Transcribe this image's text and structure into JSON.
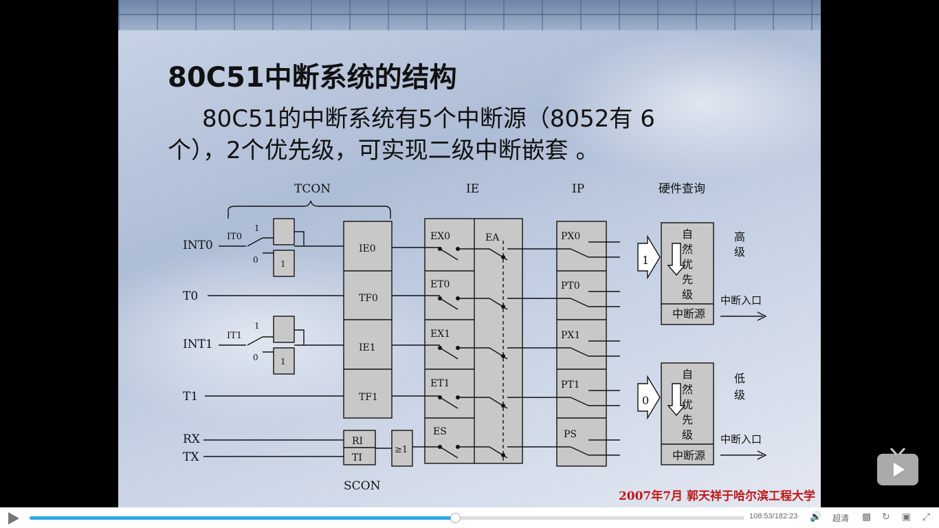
{
  "slide": {
    "title": "80C51中断系统的结构",
    "body_text": "80C51的中断系统有5个中断源（8052有 6 个），2个优先级，可实现二级中断嵌套 。",
    "credit": "2007年7月  郭天祥于哈尔滨工程大学"
  },
  "diagram": {
    "headers": {
      "tcon": "TCON",
      "ie": "IE",
      "ip": "IP",
      "hw": "硬件查询",
      "scon": "SCON"
    },
    "inputs": {
      "int0": "INT0",
      "t0": "T0",
      "int1": "INT1",
      "t1": "T1",
      "rx": "RX",
      "tx": "TX"
    },
    "it_labels": {
      "it0": "IT0",
      "it1": "IT1"
    },
    "tcon_flags": [
      "IE0",
      "TF0",
      "IE1",
      "TF1"
    ],
    "scon_flags": [
      "RI",
      "TI"
    ],
    "or_gate": "≥1",
    "ie_bits": [
      "EX0",
      "ET0",
      "EX1",
      "ET1",
      "ES"
    ],
    "ea": "EA",
    "ip_bits": [
      "PX0",
      "PT0",
      "PX1",
      "PT1",
      "PS"
    ],
    "one": "1",
    "zero": "0",
    "high": {
      "chars": [
        "自",
        "然",
        "优",
        "先",
        "级"
      ],
      "source": "中断源",
      "level": [
        "高",
        "级"
      ],
      "arrow": "1",
      "entry": "中断入口"
    },
    "low": {
      "chars": [
        "自",
        "然",
        "优",
        "先",
        "级"
      ],
      "source": "中断源",
      "level": [
        "低",
        "级"
      ],
      "arrow": "0",
      "entry": "中断入口"
    }
  },
  "player": {
    "time_current": "108:53",
    "time_total": "182:23",
    "progress": 0.595,
    "quality": "超清",
    "icons": [
      "play-icon",
      "volume-icon",
      "danmaku-icon",
      "loop-icon",
      "tv-icon",
      "fullscreen-icon"
    ]
  }
}
